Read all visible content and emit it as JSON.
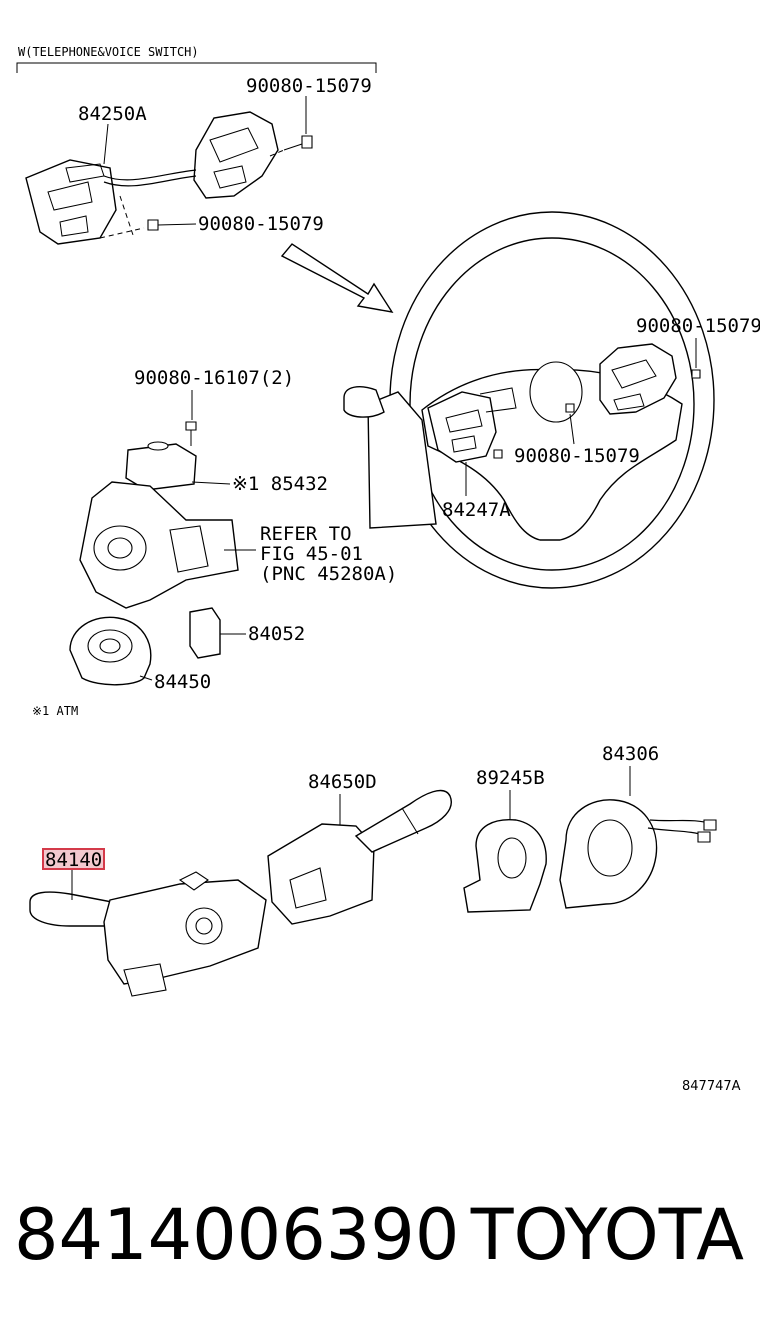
{
  "header": {
    "variant_caption": "W(TELEPHONE&VOICE SWITCH)"
  },
  "labels": {
    "part_84250A": "84250A",
    "bolt_top": "90080-15079",
    "bolt_mid": "90080-15079",
    "bolt_right": "90080-15079",
    "bolt_center": "90080-15079",
    "part_84247A": "84247A",
    "screw_16107": "90080-16107(2)",
    "part_85432": "※1 85432",
    "refer_line1": "REFER TO",
    "refer_line2": "FIG 45-01",
    "refer_line3": "(PNC 45280A)",
    "part_84052": "84052",
    "part_84450": "84450",
    "note_atm": "※1 ATM",
    "part_84650D": "84650D",
    "part_89245B": "89245B",
    "part_84306": "84306",
    "part_84140": "84140",
    "figure_id": "847747A"
  },
  "highlight": {
    "part": "84140",
    "fill_color": "#f2c9cf",
    "border_color": "#d43a4a"
  },
  "footer": {
    "part_number": "8414006390",
    "brand": "TOYOTA"
  }
}
